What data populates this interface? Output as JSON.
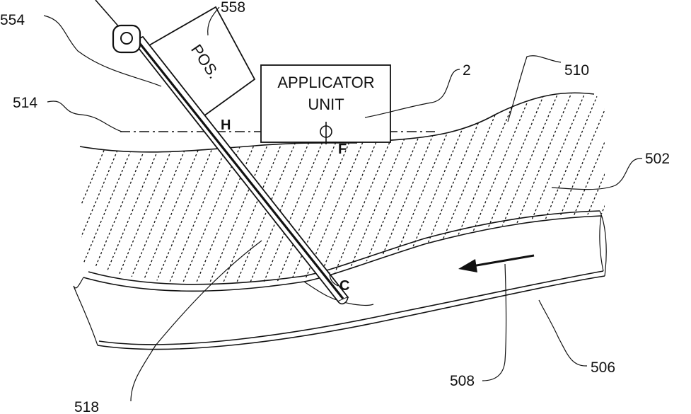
{
  "labels": {
    "ref_554": "554",
    "ref_558": "558",
    "ref_514": "514",
    "ref_2": "2",
    "ref_510": "510",
    "ref_502": "502",
    "ref_518": "518",
    "ref_508": "508",
    "ref_506": "506",
    "pos_box": "POS.",
    "applicator_line1": "APPLICATOR",
    "applicator_line2": "UNIT",
    "point_h": "H",
    "point_f": "F",
    "point_c": "C"
  }
}
